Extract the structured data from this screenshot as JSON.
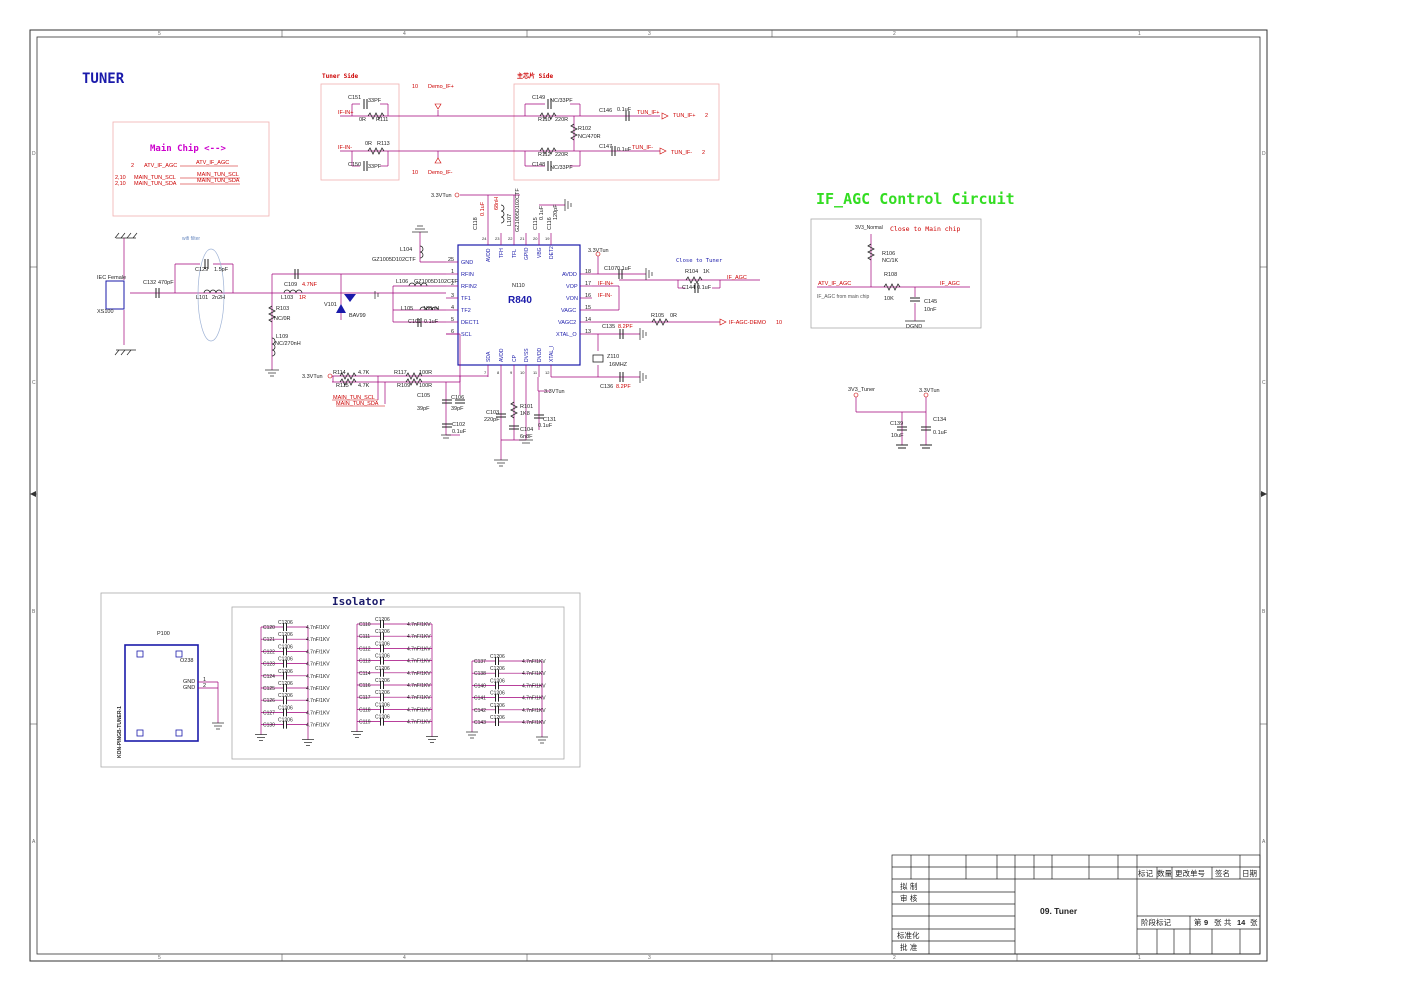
{
  "sheet": {
    "title": "TUNER"
  },
  "tuner_side": {
    "title": "Tuner Side",
    "c151": "C151",
    "c151_val": "33PF",
    "r111": "R111",
    "r111_val": "0R",
    "r113": "R113",
    "r113_val": "0R",
    "c150": "C150",
    "c150_val": "33PF",
    "if_p": "IF-IN+",
    "if_n": "IF-IN-",
    "demo_p": "Demo_IF+",
    "demo_n": "Demo_IF-",
    "page10a": "10",
    "page10b": "10"
  },
  "main_side": {
    "title": "主芯片 Side",
    "c149": "C149",
    "c149_val": "NC/33PF",
    "r110": "R110",
    "r110_val": "220R",
    "r102": "R102",
    "r102_val": "NC/470R",
    "r112": "R112",
    "r112_val": "220R",
    "c148": "C148",
    "c148_val": "NC/33PF",
    "c146": "C146",
    "c146_val": "0.1uF",
    "c147": "C147",
    "c147_val": "0.1uF",
    "tun_p": "TUN_IF+",
    "tun_n": "TUN_IF-",
    "page2a": "2",
    "page2b": "2"
  },
  "main_chip": {
    "title": "Main Chip <-->",
    "rows": [
      {
        "pg": "2",
        "name": "ATV_IF_AGC",
        "net": "ATV_IF_AGC"
      },
      {
        "pg": "2,10",
        "name": "MAIN_TUN_SCL",
        "net": "MAIN_TUN_SCL"
      },
      {
        "pg": "2,10",
        "name": "MAIN_TUN_SDA",
        "net": "MAIN_TUN_SDA"
      }
    ]
  },
  "ifagc": {
    "title": "IF_AGC Control Circuit",
    "note": "Close to Main chip",
    "v3n": "3V3_Normal",
    "r106": "R106",
    "r106_val": "NC/1K",
    "r108": "R108",
    "r108_val": "10K",
    "c145": "C145",
    "c145_val": "10nF",
    "atv": "ATV_IF_AGC",
    "from": "IF_AGC from main chip",
    "ifagc": "IF_AGC",
    "dgnd": "DGND"
  },
  "ic": {
    "ref": "N110",
    "name": "R840",
    "left_pins": [
      {
        "n": "25",
        "name": "GND"
      },
      {
        "n": "1",
        "name": "RFIN"
      },
      {
        "n": "2",
        "name": "RFIN2"
      },
      {
        "n": "3",
        "name": "TF1"
      },
      {
        "n": "4",
        "name": "TF2"
      },
      {
        "n": "5",
        "name": "DECT1"
      },
      {
        "n": "6",
        "name": "SCL"
      }
    ],
    "right_pins": [
      {
        "n": "18",
        "name": "AVDD"
      },
      {
        "n": "17",
        "name": "VOP"
      },
      {
        "n": "16",
        "name": "VON"
      },
      {
        "n": "15",
        "name": "VAGC"
      },
      {
        "n": "14",
        "name": "VAGC2"
      },
      {
        "n": "13",
        "name": "XTAL_O"
      }
    ],
    "top_pins": [
      {
        "n": "24",
        "name": "AVDD"
      },
      {
        "n": "23",
        "name": "TFH"
      },
      {
        "n": "22",
        "name": "TFL"
      },
      {
        "n": "21",
        "name": "GPIO"
      },
      {
        "n": "20",
        "name": "VBG"
      },
      {
        "n": "19",
        "name": "DET2"
      }
    ],
    "bottom_pins": [
      {
        "n": "7",
        "name": "SDA"
      },
      {
        "n": "8",
        "name": "AVDD"
      },
      {
        "n": "9",
        "name": "CP"
      },
      {
        "n": "10",
        "name": "DVSS"
      },
      {
        "n": "11",
        "name": "DVDD"
      },
      {
        "n": "12",
        "name": "XTAL_I"
      }
    ]
  },
  "rf": {
    "iec": "IEC Female",
    "xs100": "XS100",
    "c132": "C132",
    "c132_val": "470pF",
    "wifi": "wifi filter",
    "c129": "C129",
    "c129_val": "1.5pF",
    "l101": "L101",
    "l101_val": "2n2H",
    "c109": "C109",
    "c109_val": "4.7NF",
    "l103": "L103",
    "l103_val": "1R",
    "r103": "R103",
    "r103_val": "NC/0R",
    "l109": "L109",
    "l109_val": "NC/270nH",
    "v101": "V101",
    "v101_val": "BAV99",
    "l104": "L104",
    "l104_val": "GZ1005D102CTF",
    "l106": "L106",
    "l106_val": "GZ1005D102CTF",
    "l105": "L105",
    "l105_val": "180nH",
    "c101": "C101",
    "c101_val": "0.1uF",
    "v33": "3.3VTun",
    "c118": "C118",
    "c118_val": "0.1uF",
    "l107": "L107",
    "l107_val": "GZ1005D102CTF",
    "c108": "68nH",
    "c115": "C115",
    "c115_val": "0.1uF",
    "c116": "C116",
    "c116_val": "120pF"
  },
  "right_side": {
    "v33": "3.3VTun",
    "c107": "C107",
    "c107_val": "0.1uF",
    "close": "Close to Tuner",
    "r104": "R104",
    "r104_val": "1K",
    "c144": "C144",
    "c144_val": "0.1uF",
    "ifagc": "IF_AGC",
    "ifp": "IF-IN+",
    "ifn": "IF-IN-",
    "r105": "R105",
    "r105_val": "0R",
    "agcdemo": "IF-AGC-DEMO",
    "pg": "10",
    "c135": "C135",
    "c135_val": "8.2PF",
    "z110": "Z110",
    "z110_val": "16MHZ",
    "c136": "C136",
    "c136_val": "8.2PF"
  },
  "bottom": {
    "v33a": "3.3VTun",
    "r114": "R114",
    "r114_val": "4.7K",
    "r115": "R115",
    "r115_val": "4.7K",
    "r117": "R117",
    "r117_val": "100R",
    "r109": "R109",
    "r109_val": "100R",
    "scl": "MAIN_TUN_SCL",
    "sda": "MAIN_TUN_SDA",
    "c105": "C105",
    "c105_val": "39pF",
    "c106": "C106",
    "c106_val": "39pF",
    "c102": "C102",
    "c102_val": "0.1uF",
    "c103": "C103",
    "c103_val": "220pF",
    "r101": "R101",
    "r101_val": "1K8",
    "c104": "C104",
    "c104_val": "6n8F",
    "c131": "C131",
    "c131_val": "0.1uF",
    "v33b": "3.3VTun"
  },
  "pwr": {
    "v3t": "3V3_Tuner",
    "v33t": "3.3VTun",
    "c139": "C139",
    "c139_val": "10uF",
    "c134": "C134",
    "c134_val": "0.1uF"
  },
  "isolator": {
    "title": "Isolator",
    "p100": "P100",
    "o238": "O238",
    "gnd1": "GND",
    "gnd2": "GND",
    "conn": "KON-PINGB-TUNER-1",
    "pkg": "C1206",
    "val": "4.7nF/1KV",
    "col1": [
      "C120",
      "C121",
      "C122",
      "C123",
      "C124",
      "C125",
      "C126",
      "C127",
      "C130"
    ],
    "col2": [
      "C110",
      "C111",
      "C112",
      "C113",
      "C114",
      "C116",
      "C117",
      "C118",
      "C119"
    ],
    "col3": [
      "C137",
      "C138",
      "C140",
      "C141",
      "C142",
      "C143"
    ]
  },
  "titleblock": {
    "hdr": [
      "标记",
      "数量",
      "更改单号",
      "签名",
      "日期"
    ],
    "rows": [
      "拟 制",
      "审 核",
      "标准化",
      "批 准"
    ],
    "doc": "09. Tuner",
    "stage": "阶段标记",
    "sheet_prefix": "第",
    "sheet_no": "9",
    "sheet_mid": "张 共",
    "sheet_total": "14",
    "sheet_suffix": "张"
  },
  "border": {
    "top": [
      "5",
      "4",
      "3",
      "2",
      "1"
    ],
    "side": [
      "D",
      "C",
      "B",
      "A"
    ]
  },
  "colors": {
    "red": "#cc0000",
    "purple": "#a0007a",
    "green": "#33dd22",
    "blue": "#1a1aaa",
    "magenta": "#cc00cc"
  }
}
